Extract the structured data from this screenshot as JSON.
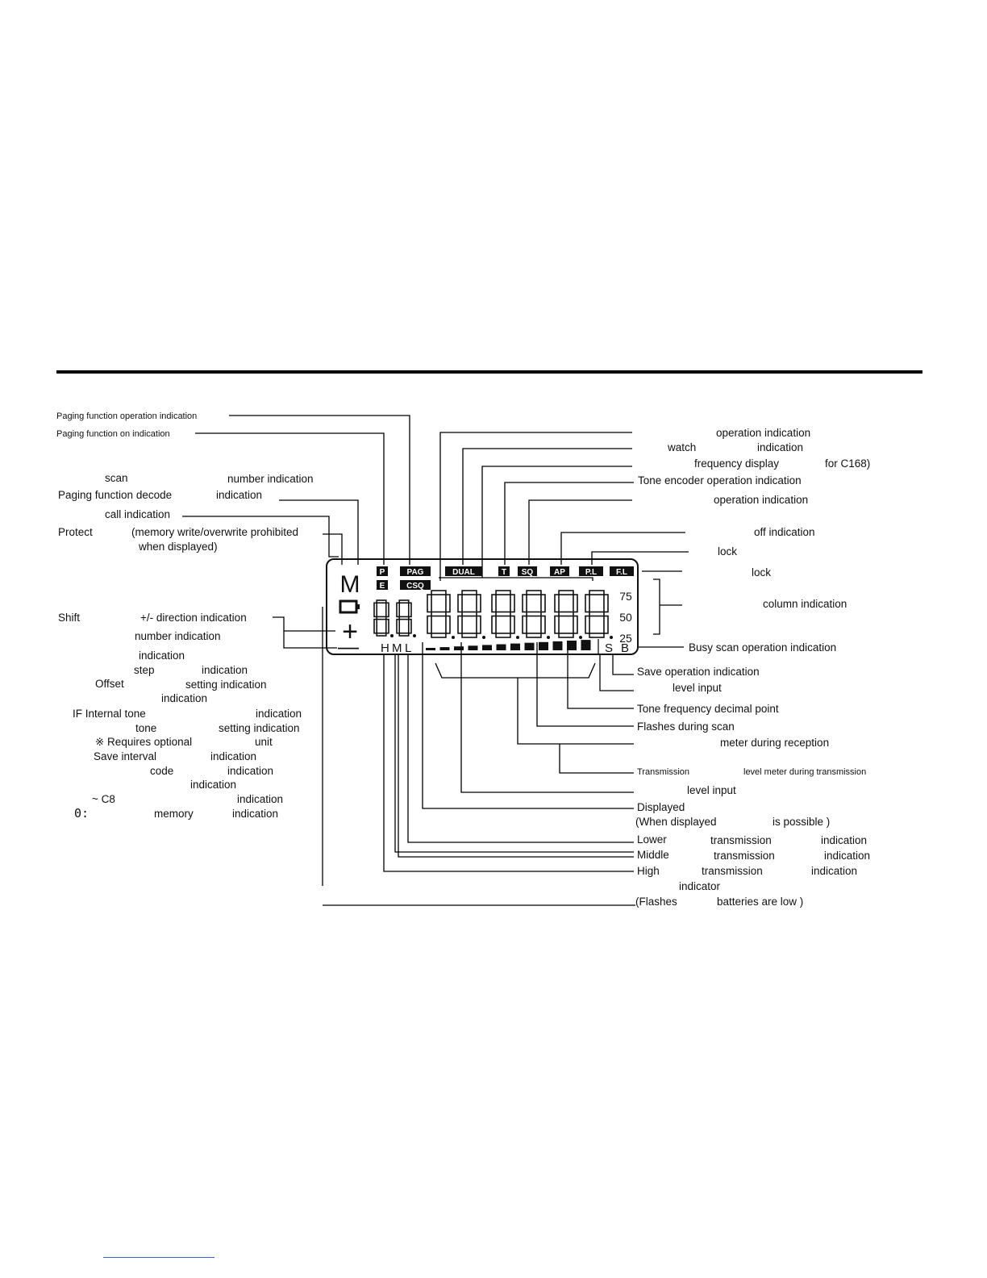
{
  "left_labels": [
    "Paging function operation indication",
    "Paging function on indication",
    "scan",
    "number indication",
    "Paging function decode",
    "indication",
    "call indication",
    "Protect",
    "(memory write/overwrite prohibited",
    "when displayed)",
    "Shift",
    "+/- direction indication",
    "number indication",
    "indication",
    "step",
    "indication",
    "Offset",
    "setting indication",
    "indication",
    "IF Internal tone",
    "indication",
    "tone",
    "setting indication",
    "※ Requires optional",
    "unit",
    "Save interval",
    "indication",
    "code",
    "indication",
    "indication",
    "~ C8",
    "indication",
    "0:",
    "memory",
    "indication"
  ],
  "right_labels": [
    "operation indication",
    "watch",
    "indication",
    "frequency display",
    "for C168)",
    "Tone encoder operation indication",
    "operation indication",
    "off indication",
    "lock",
    "lock",
    "column indication",
    "Busy scan operation indication",
    "Save operation indication",
    "level input",
    "Tone frequency decimal point",
    "Flashes during scan",
    "meter during reception",
    "Transmission",
    "level meter during transmission",
    "level input",
    "Displayed",
    "(When displayed",
    "is possible )",
    "Lower",
    "transmission",
    "indication",
    "Middle",
    "transmission",
    "indication",
    "High",
    "transmission",
    "indication",
    "indicator",
    "(Flashes",
    "batteries are low )"
  ],
  "lcd": {
    "top_icons": [
      "P",
      "PAG",
      "DUAL",
      "T",
      "SQ",
      "AP",
      "P.L",
      "F.L"
    ],
    "second_icons": [
      "E",
      "CSQ"
    ],
    "mode": "M",
    "digits": "88888888",
    "scale": [
      "75",
      "50",
      "25"
    ],
    "power": [
      "H",
      "M",
      "L"
    ],
    "save_busy": [
      "S",
      "B"
    ],
    "plus": "+",
    "minus": "—"
  }
}
